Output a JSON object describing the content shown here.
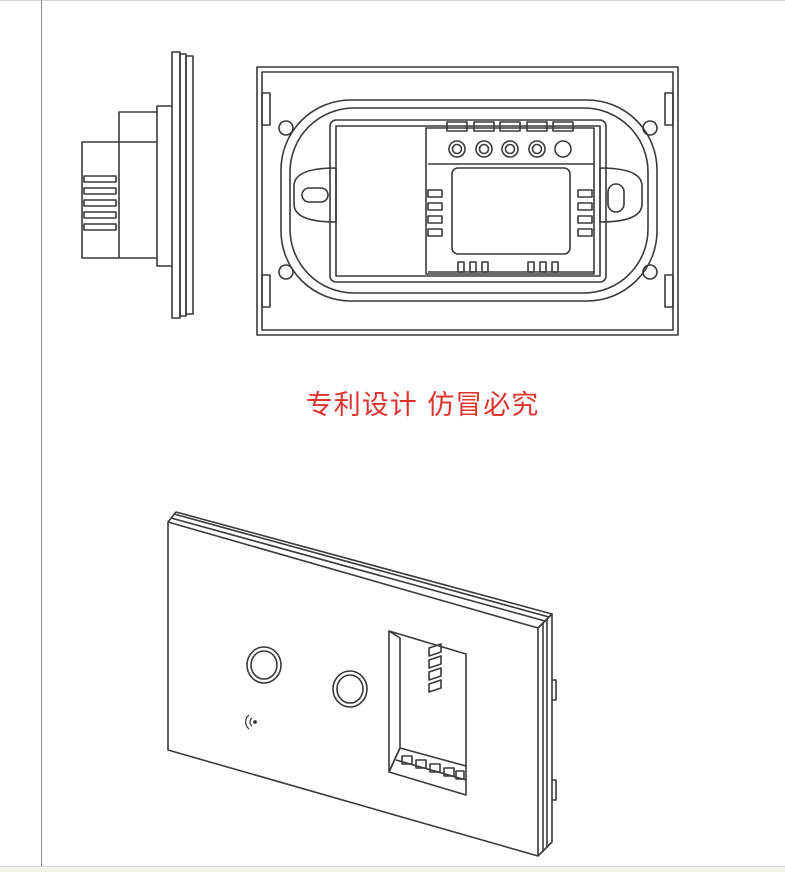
{
  "caption": {
    "text": "专利设计 仿冒必究",
    "color": "#e0342f"
  },
  "views": {
    "side_view": "side-profile",
    "back_view": "rear-housing",
    "perspective_view": "front-glass-panel"
  },
  "panel": {
    "touch_buttons": 2,
    "signal_icon": "wifi-signal-icon",
    "line_color": "#3a3a3a"
  }
}
